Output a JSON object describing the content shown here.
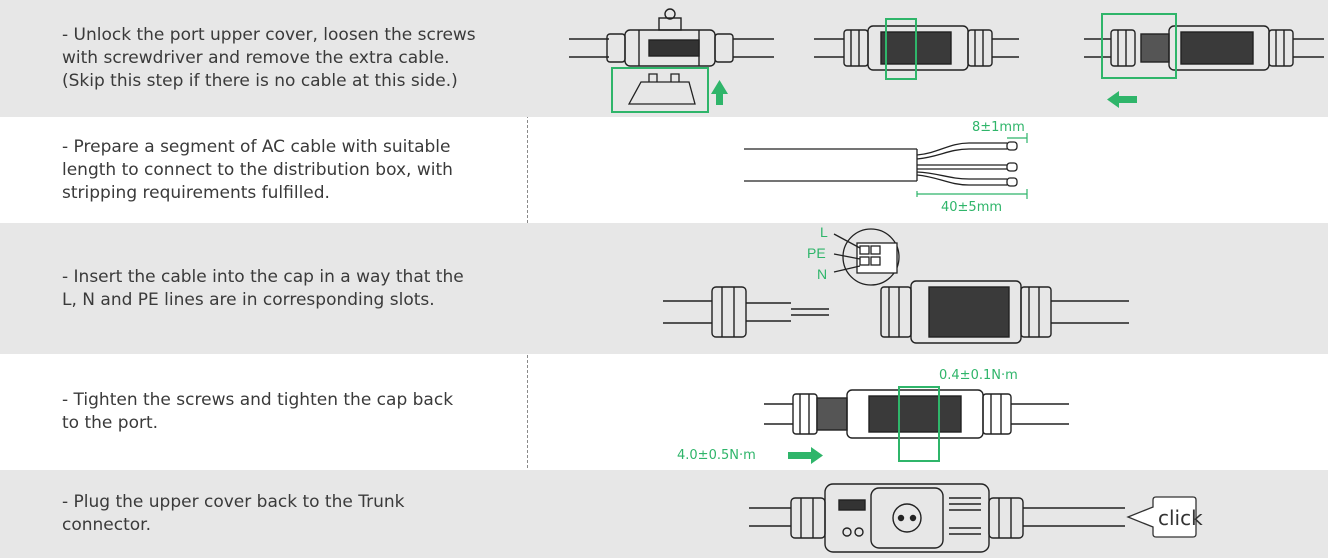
{
  "colors": {
    "accent": "#2fb56a",
    "row_shade": "#e7e7e7",
    "text": "#3a3a3a",
    "line": "#222222"
  },
  "steps": [
    {
      "lines": [
        "- Unlock the port upper cover, loosen the screws",
        "with screwdriver and remove the extra cable.",
        "(Skip this step if there is no cable at this side.)"
      ]
    },
    {
      "lines": [
        "- Prepare a segment of AC cable with suitable",
        "length to connect to the distribution box, with",
        "stripping requirements fulfilled."
      ],
      "labels": {
        "strip_short": "8±1mm",
        "strip_long": "40±5mm"
      }
    },
    {
      "lines": [
        "- Insert the cable into the cap in a way that the",
        "L, N and PE lines are in corresponding slots."
      ],
      "labels": {
        "l": "L",
        "pe": "PE",
        "n": "N"
      }
    },
    {
      "lines": [
        "- Tighten the screws and tighten the cap back",
        "to the port."
      ],
      "labels": {
        "screw_torque": "0.4±0.1N·m",
        "cap_torque": "4.0±0.5N·m"
      }
    },
    {
      "lines": [
        "- Plug the upper cover back to the Trunk",
        "connector."
      ],
      "labels": {
        "click": "click"
      }
    }
  ],
  "icons": [
    "arrow-up-icon",
    "arrow-left-icon",
    "arrow-right-icon"
  ]
}
